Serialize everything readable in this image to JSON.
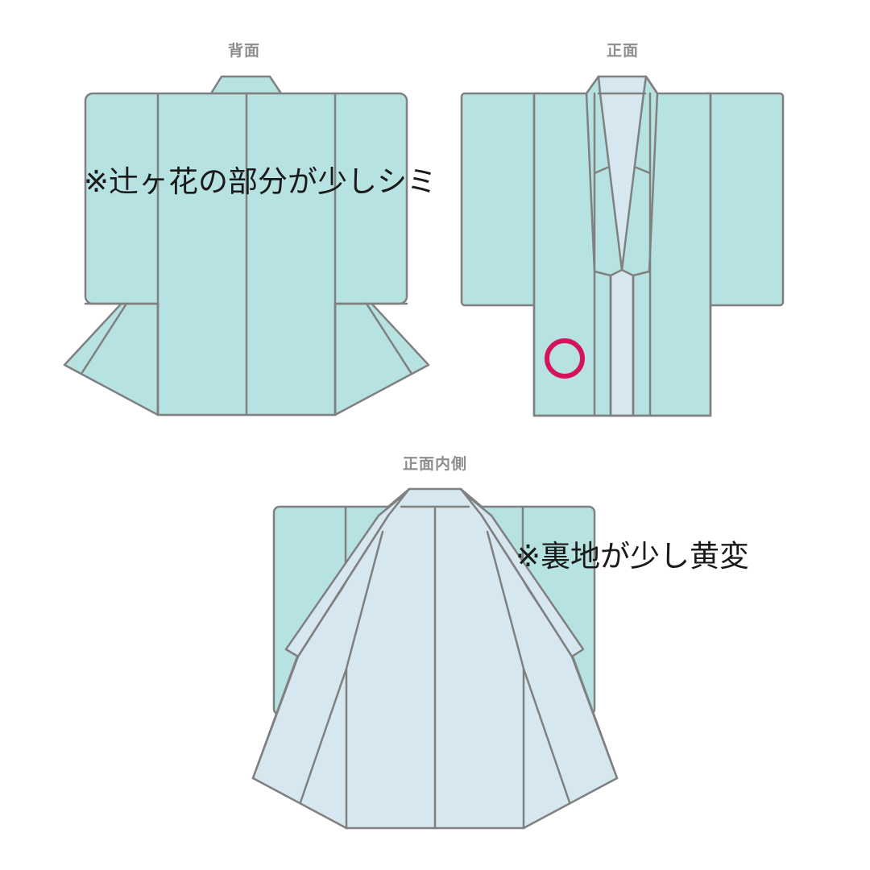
{
  "views": {
    "back": {
      "label": "背面"
    },
    "front": {
      "label": "正面"
    },
    "front_inside": {
      "label": "正面内側"
    }
  },
  "notes": {
    "stain_note": "※辻ヶ花の部分が少しシミ",
    "lining_note": "※裏地が少し黄変"
  },
  "marker": {
    "shape": "circle-outline",
    "color": "#d4145a",
    "meaning": "stain-location"
  },
  "colors": {
    "outer_fabric": "#b6e2e1",
    "lining_fabric": "#d6e7ef",
    "outline": "#808080",
    "label_text": "#8e8e8e",
    "note_text": "#1a1a1a",
    "marker": "#d4145a"
  }
}
